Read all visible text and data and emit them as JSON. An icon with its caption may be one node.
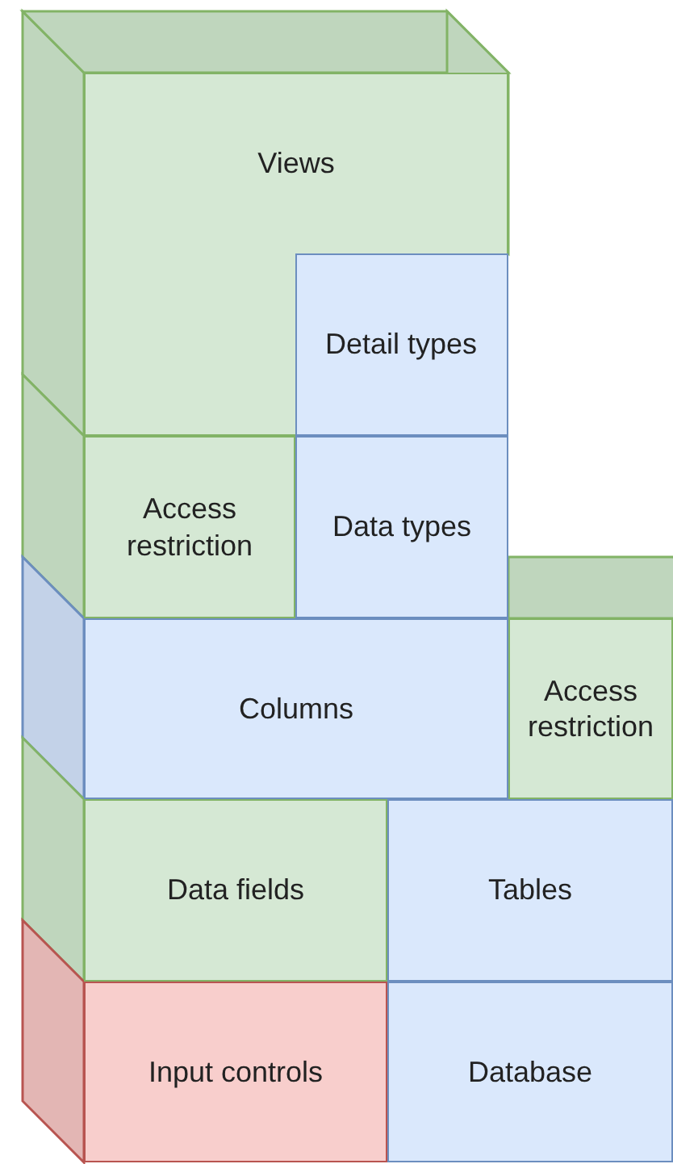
{
  "diagram": {
    "nodes": [
      {
        "text": [
          "Views"
        ]
      },
      {
        "text": [
          "Detail types"
        ],
        "in": 0
      },
      {
        "text": [
          "Access restriction"
        ]
      },
      {
        "text": [
          "Data types"
        ]
      },
      {
        "text": [
          "Columns"
        ]
      },
      {
        "text": [
          "Access restriction"
        ]
      },
      {
        "text": [
          "Data fields"
        ]
      },
      {
        "text": [
          "Tables"
        ]
      },
      {
        "text": [
          "Input controls"
        ]
      },
      {
        "text": [
          "Database"
        ]
      }
    ]
  }
}
